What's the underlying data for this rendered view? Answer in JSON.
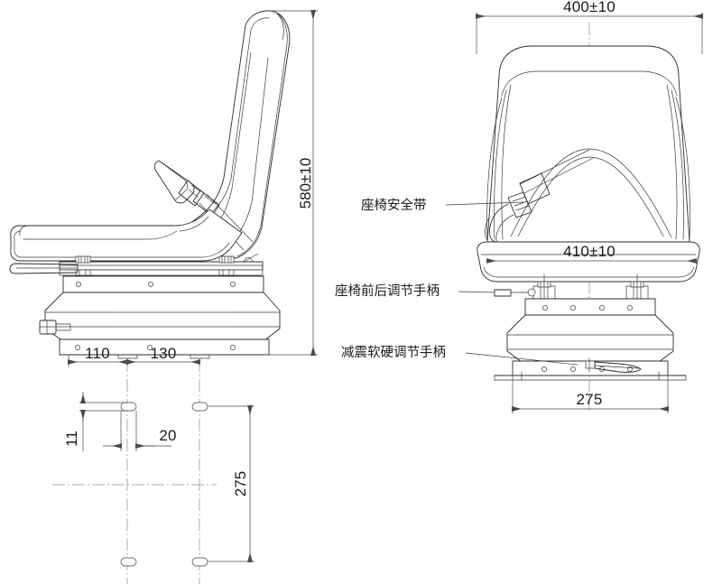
{
  "drawing": {
    "title": "Seat Technical Drawing",
    "views": {
      "side": {
        "name": "side-elevation-view"
      },
      "front": {
        "name": "front-elevation-view"
      },
      "plan": {
        "name": "base-plan-view"
      }
    }
  },
  "dimensions": {
    "height_overall": "580±10",
    "width_overall": "400±10",
    "seat_width": "410±10",
    "base_width_front": "275",
    "base_depth_plan": "275",
    "mount_left": "110",
    "mount_right": "130",
    "slot_width": "20",
    "slot_height": "11"
  },
  "callouts": {
    "seat_belt": "座椅安全带",
    "fore_aft_handle": "座椅前后调节手柄",
    "damper_handle": "减震软硬调节手柄"
  },
  "colors": {
    "line": "#2b2b2b",
    "dimension": "#4a4a4a",
    "center": "#8d8d8d",
    "text": "#1b1b1b",
    "background": "#ffffff"
  }
}
